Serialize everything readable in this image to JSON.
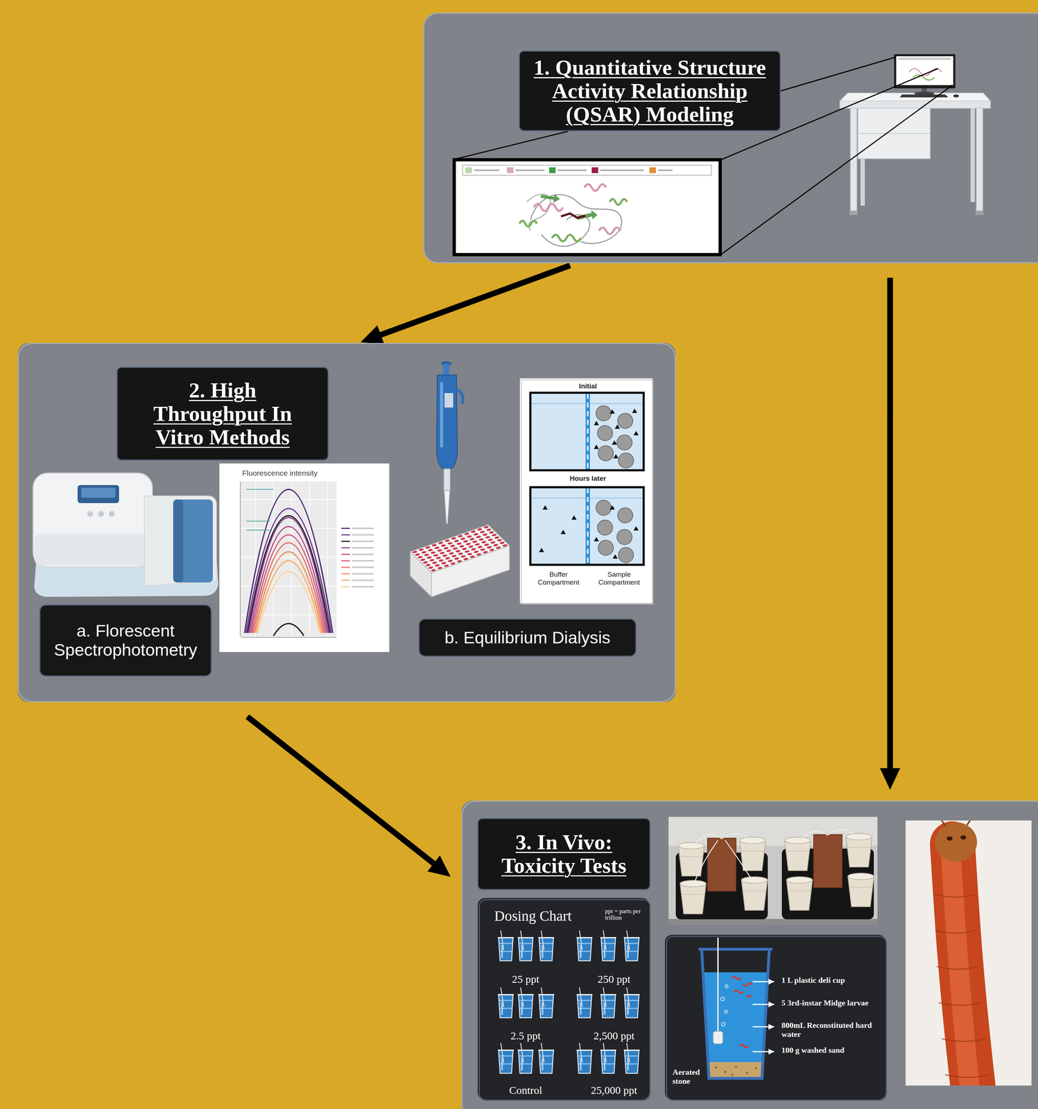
{
  "diagram": {
    "nodes": [
      {
        "text": [
          "1. Quantitative Structure Activity Relationship (QSAR) Modeling"
        ]
      },
      {
        "text": [
          "2. High Throughput In Vitro Methods"
        ]
      },
      {
        "text": [
          "a. Florescent Spectrophotometry"
        ],
        "in": 1
      },
      {
        "text": [
          "Fluorescence intensity"
        ],
        "in": 1
      },
      {
        "text": [
          "Initial",
          "Hours later",
          "Buffer Compartment",
          "Sample Compartment"
        ],
        "in": 1
      },
      {
        "text": [
          "b. Equilibrium Dialysis"
        ],
        "in": 1
      },
      {
        "text": [
          "3. In Vivo: Toxicity Tests"
        ]
      },
      {
        "text": [
          "Dosing Chart",
          "ppt = parts per trillion",
          "25 ppt",
          "250 ppt",
          "2.5 ppt",
          "2,500 ppt",
          "Control",
          "25,000 ppt"
        ],
        "in": 6
      },
      {
        "text": [
          "1 L plastic deli cup",
          "5 3rd-instar Midge larvae",
          "800mL Reconstituted hard water",
          "100 g washed sand",
          "Aerated stone"
        ],
        "in": 6
      }
    ],
    "edges": [
      {
        "from": 0,
        "to": 1,
        "arrow": "to"
      },
      {
        "from": 0,
        "to": 6,
        "arrow": "to"
      },
      {
        "from": 1,
        "to": 6,
        "arrow": "to"
      }
    ]
  }
}
